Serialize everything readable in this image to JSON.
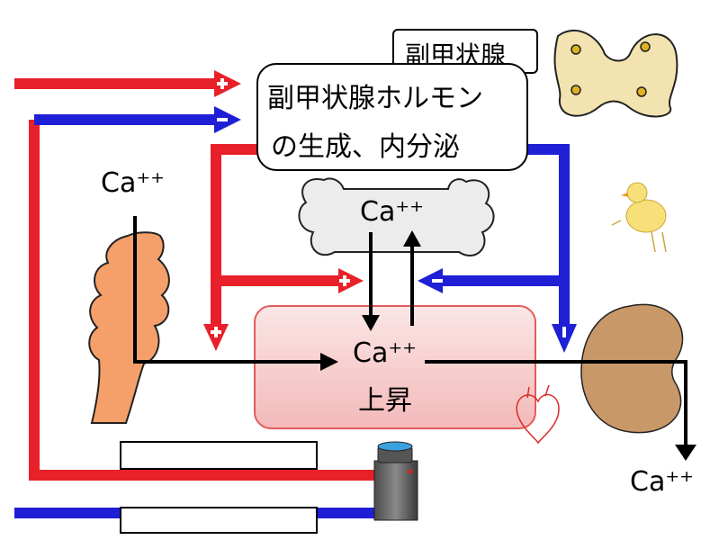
{
  "labels": {
    "parathyroid": "副甲状腺",
    "pth_line1": "副甲状腺ホルモン",
    "pth_line2": "の生成、内分泌",
    "ca_intestine": "Ca⁺⁺",
    "ca_bone": "Ca⁺⁺",
    "ca_blood": "Ca⁺⁺",
    "ca_urine": "Ca⁺⁺",
    "rise": "上昇"
  },
  "signs": {
    "plus": "+",
    "minus": "−"
  },
  "blank_boxes": [
    "",
    ""
  ],
  "colors": {
    "stimulate": "#e8202a",
    "inhibit": "#1f1fd6",
    "flow_arrow": "#000000",
    "blood_box_edge": "#e35b5b",
    "intestine": "#f5a06a",
    "bone": "#ececec",
    "kidney": "#c99868",
    "gland": "#f3e3b0"
  },
  "icons": [
    "parathyroid-gland-icon",
    "bone-icon",
    "intestine-icon",
    "kidney-icon",
    "heart-icon",
    "chick-icon",
    "sensor-device-icon"
  ]
}
